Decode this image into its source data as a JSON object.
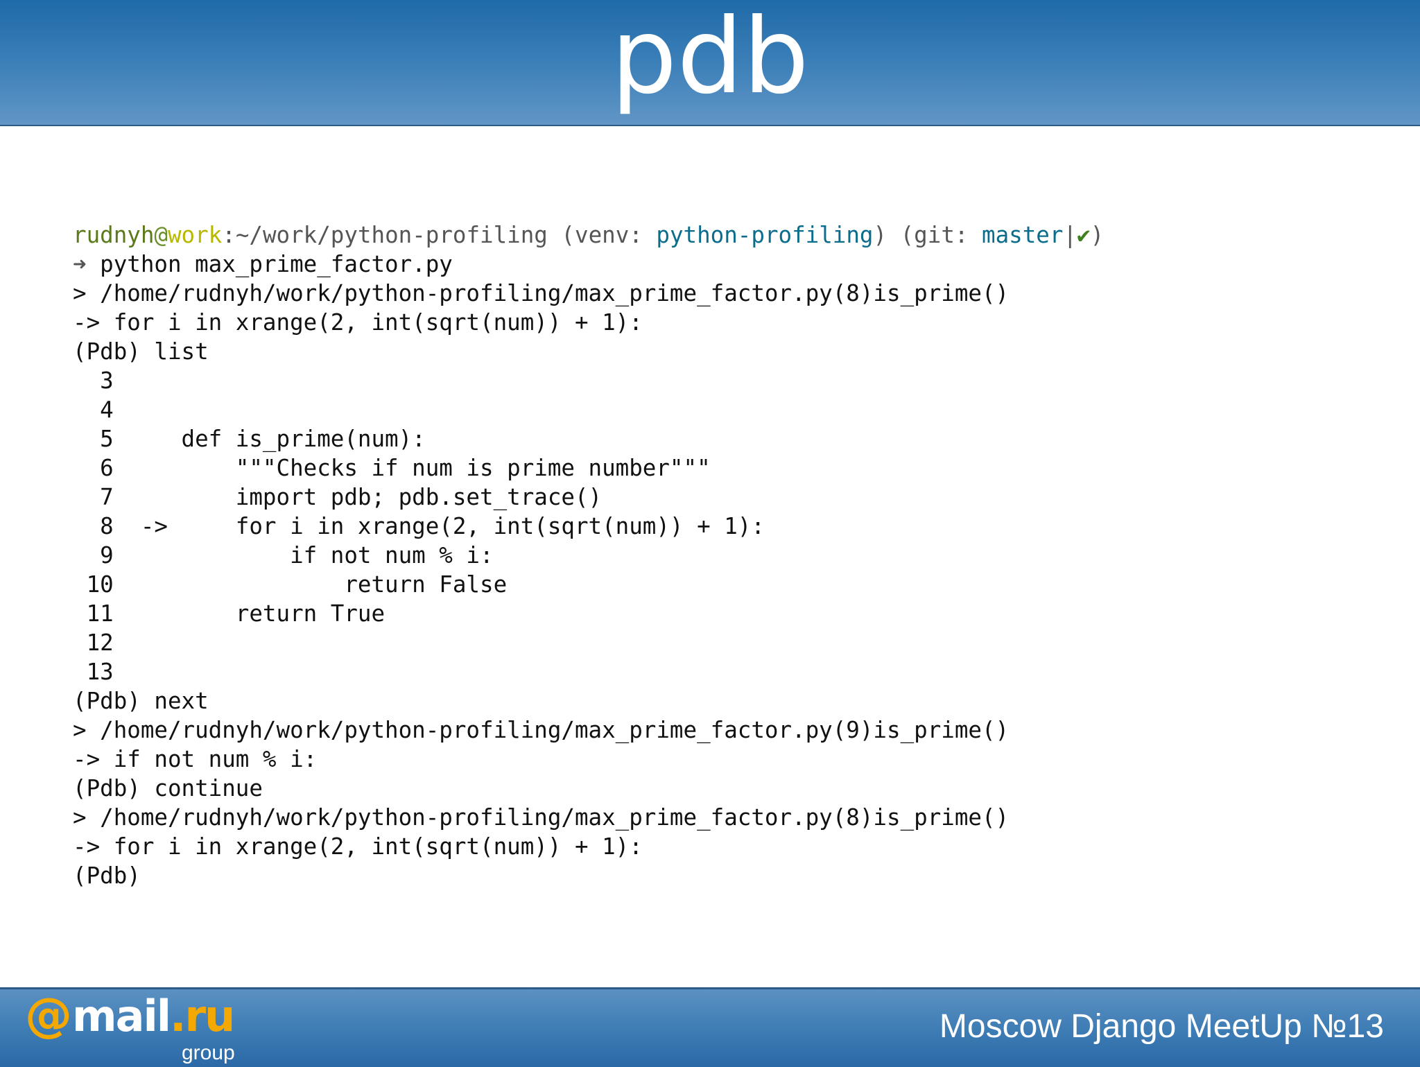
{
  "slide": {
    "title": "pdb",
    "footer_text": "Moscow Django MeetUp №13",
    "logo": {
      "at": "@",
      "mail": "mail",
      "dot": ".",
      "ru": "ru",
      "group": "group"
    }
  },
  "colors": {
    "header": "#2a6fae",
    "footer": "#3f7db5",
    "logo_orange": "#f5a800",
    "prompt_user": "#5a7a1c",
    "prompt_host": "#b8b800",
    "prompt_teal": "#0c6c8c"
  },
  "prompt": {
    "user": "rudnyh",
    "at": "@",
    "host": "work",
    "path": ":~/work/python-profiling (venv: ",
    "venv": "python-profiling",
    "git_open": ") (git: ",
    "branch": "master",
    "sep": "|",
    "check": "✔",
    "close": ")",
    "arrow": "➜",
    "command": " python max_prime_factor.py"
  },
  "output_lines": [
    "> /home/rudnyh/work/python-profiling/max_prime_factor.py(8)is_prime()",
    "-> for i in xrange(2, int(sqrt(num)) + 1):",
    "(Pdb) list",
    "  3",
    "  4",
    "  5     def is_prime(num):",
    "  6         \"\"\"Checks if num is prime number\"\"\"",
    "  7         import pdb; pdb.set_trace()",
    "  8  ->     for i in xrange(2, int(sqrt(num)) + 1):",
    "  9             if not num % i:",
    " 10                 return False",
    " 11         return True",
    " 12",
    " 13",
    "(Pdb) next",
    "> /home/rudnyh/work/python-profiling/max_prime_factor.py(9)is_prime()",
    "-> if not num % i:",
    "(Pdb) continue",
    "> /home/rudnyh/work/python-profiling/max_prime_factor.py(8)is_prime()",
    "-> for i in xrange(2, int(sqrt(num)) + 1):",
    "(Pdb)"
  ]
}
